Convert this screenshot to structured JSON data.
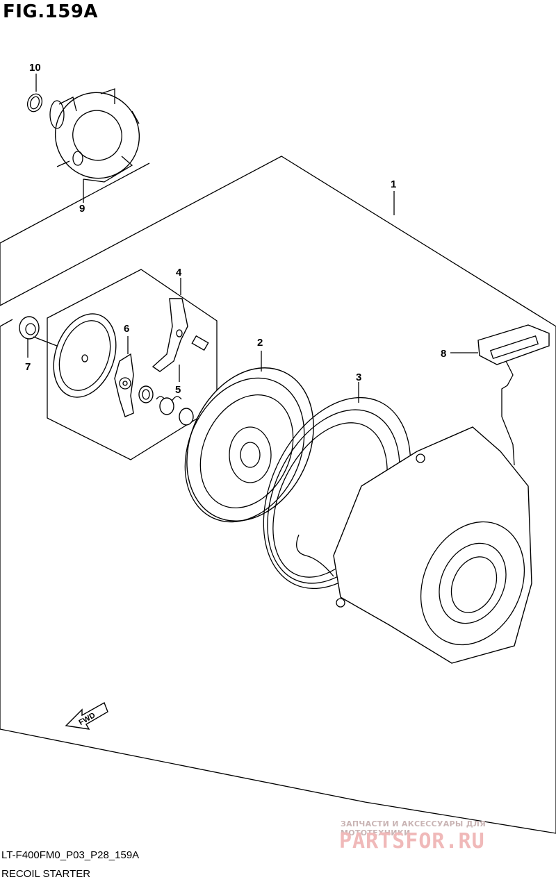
{
  "figure_title": "FIG.159A",
  "callouts": {
    "c1": "1",
    "c2": "2",
    "c3": "3",
    "c4": "4",
    "c5": "5",
    "c6": "6",
    "c7": "7",
    "c8": "8",
    "c9": "9",
    "c10": "10"
  },
  "fwd_label": "FWD",
  "watermark": {
    "tagline": "ЗАПЧАСТИ И АКСЕССУАРЫ ДЛЯ МОТОТЕХНИКИ",
    "logo": "PARTSFOR.RU"
  },
  "footer": {
    "code": "LT-F400FM0_P03_P28_159A",
    "caption": "RECOIL STARTER"
  }
}
